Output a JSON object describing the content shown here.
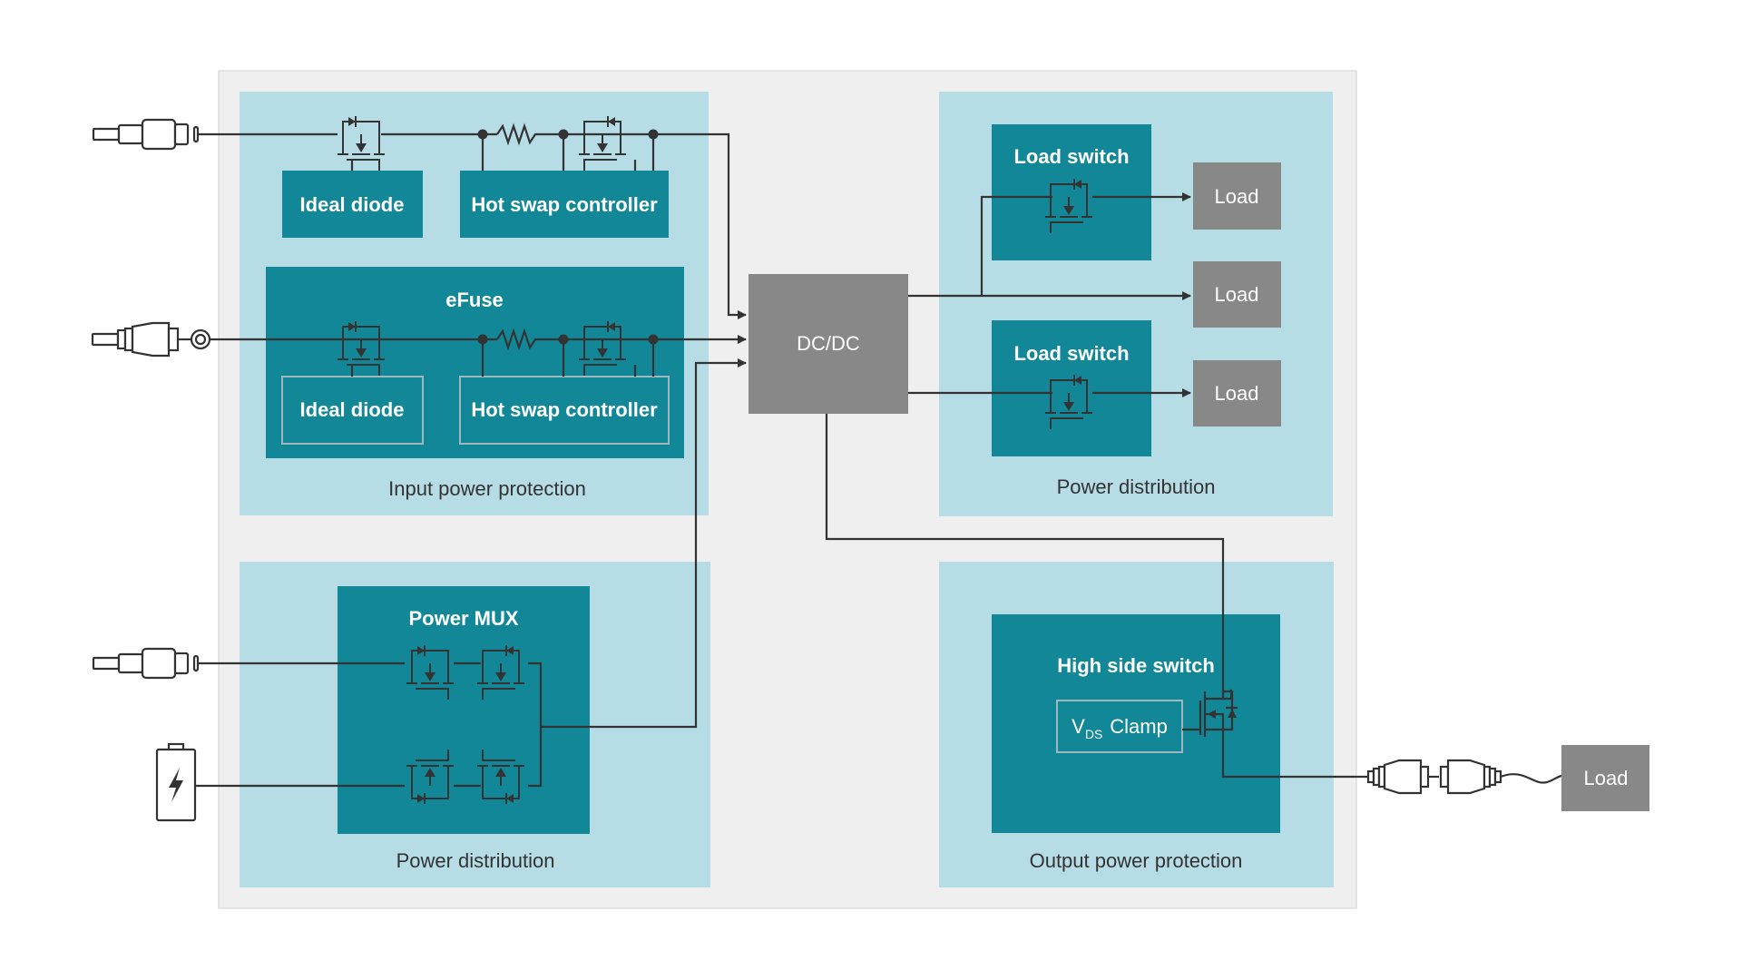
{
  "diagram": {
    "colors": {
      "outer_panel": "#efefef",
      "section_panel": "#b6dce6",
      "block": "#118797",
      "load_block": "#888888",
      "wire": "#333333",
      "text_dark": "#333333",
      "text_light": "#ffffff"
    },
    "sections": {
      "input_protection": {
        "label": "Input power protection",
        "ideal_diode": "Ideal diode",
        "hot_swap": "Hot swap controller",
        "efuse": {
          "title": "eFuse",
          "ideal_diode": "Ideal diode",
          "hot_swap": "Hot swap controller"
        }
      },
      "power_mux_section": {
        "label": "Power distribution",
        "power_mux": "Power MUX"
      },
      "dcdc": "DC/DC",
      "power_distribution": {
        "label": "Power distribution",
        "load_switch_1": "Load switch",
        "load_switch_2": "Load switch",
        "loads": [
          "Load",
          "Load",
          "Load"
        ]
      },
      "output_protection": {
        "label": "Output power protection",
        "high_side_switch": "High side switch",
        "vds_clamp": {
          "v": "V",
          "sub": "DS",
          "text": "Clamp"
        },
        "external_load": "Load"
      }
    },
    "inputs": [
      {
        "type": "usb-c-connector"
      },
      {
        "type": "barrel-jack-connector"
      },
      {
        "type": "usb-c-connector"
      },
      {
        "type": "battery"
      }
    ]
  }
}
